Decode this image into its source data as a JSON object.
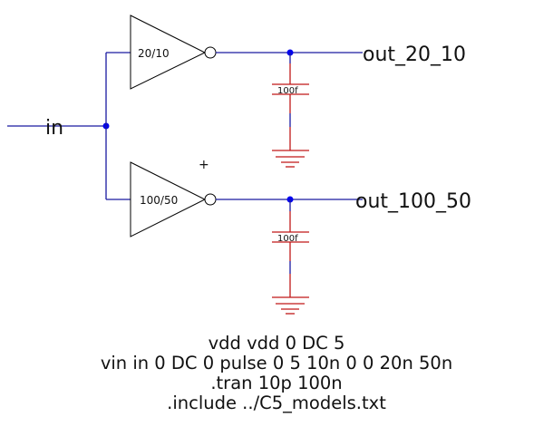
{
  "schematic": {
    "input_net": "in",
    "inverters": [
      {
        "size_label": "20/10",
        "output_net": "out_20_10",
        "load_cap": "100f"
      },
      {
        "size_label": "100/50",
        "output_net": "out_100_50",
        "load_cap": "100f"
      }
    ],
    "cursor": "+"
  },
  "colors": {
    "wire": "#1a1aa0",
    "component": "#c01818",
    "node_dot": "#0000ee"
  },
  "netlist": [
    "vdd vdd 0 DC 5",
    "vin in 0 DC 0 pulse 0 5 10n 0 0 20n 50n",
    ".tran 10p 100n",
    ".include ../C5_models.txt"
  ]
}
